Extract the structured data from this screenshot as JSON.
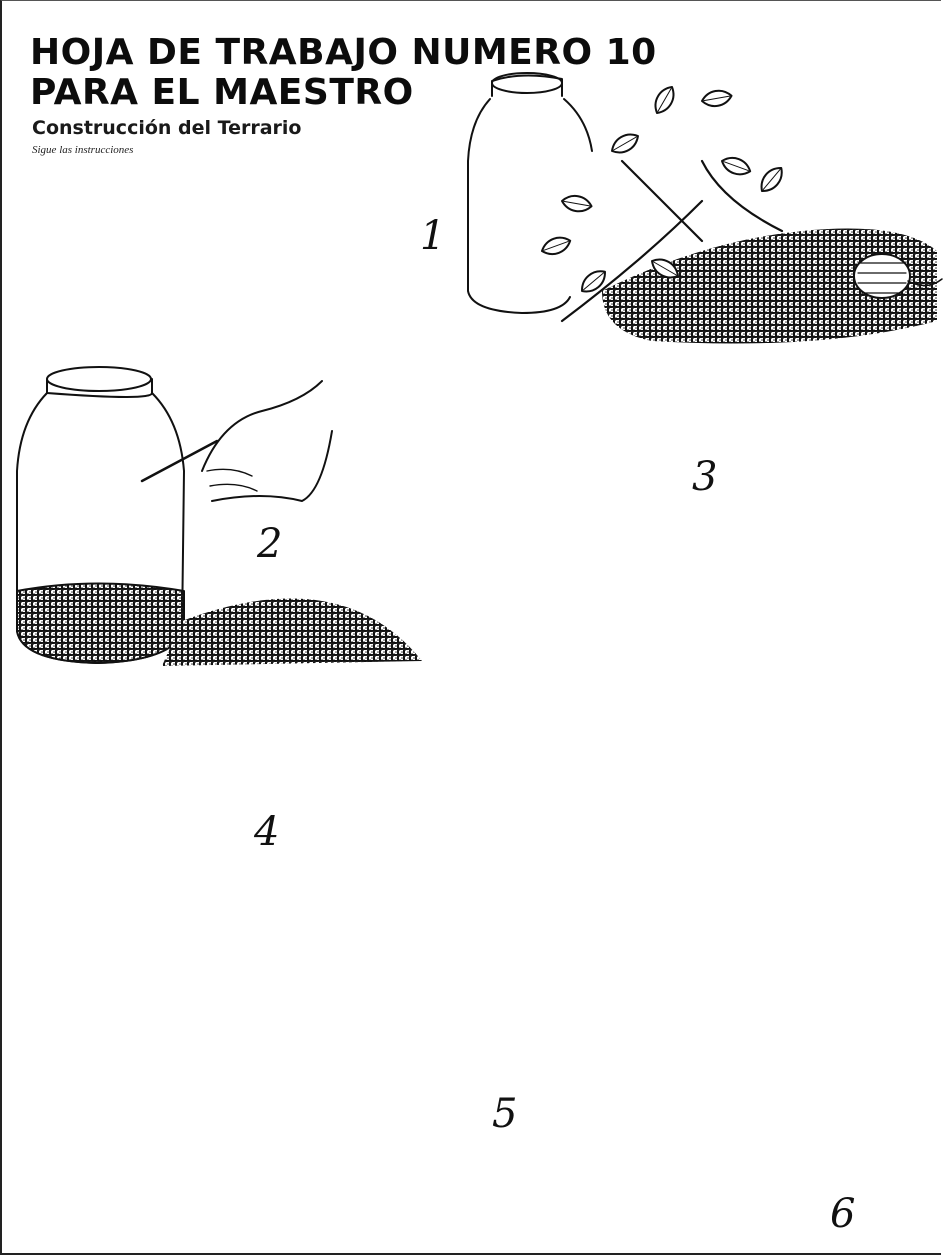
{
  "worksheet": {
    "title_line1": "HOJA DE TRABAJO NUMERO 10",
    "title_line2": "PARA EL MAESTRO",
    "subtitle": "Construcción del Terrario",
    "instructions": "Sigue las instrucciones"
  },
  "steps": [
    "1",
    "2",
    "3",
    "4",
    "5",
    "6"
  ]
}
